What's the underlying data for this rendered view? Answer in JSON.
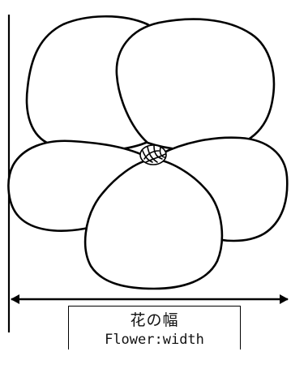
{
  "diagram": {
    "subject": "flower-with-five-petals",
    "label": {
      "japanese": "花の幅",
      "english": "Flower:width"
    },
    "colors": {
      "line": "#000000",
      "background": "#ffffff"
    }
  }
}
